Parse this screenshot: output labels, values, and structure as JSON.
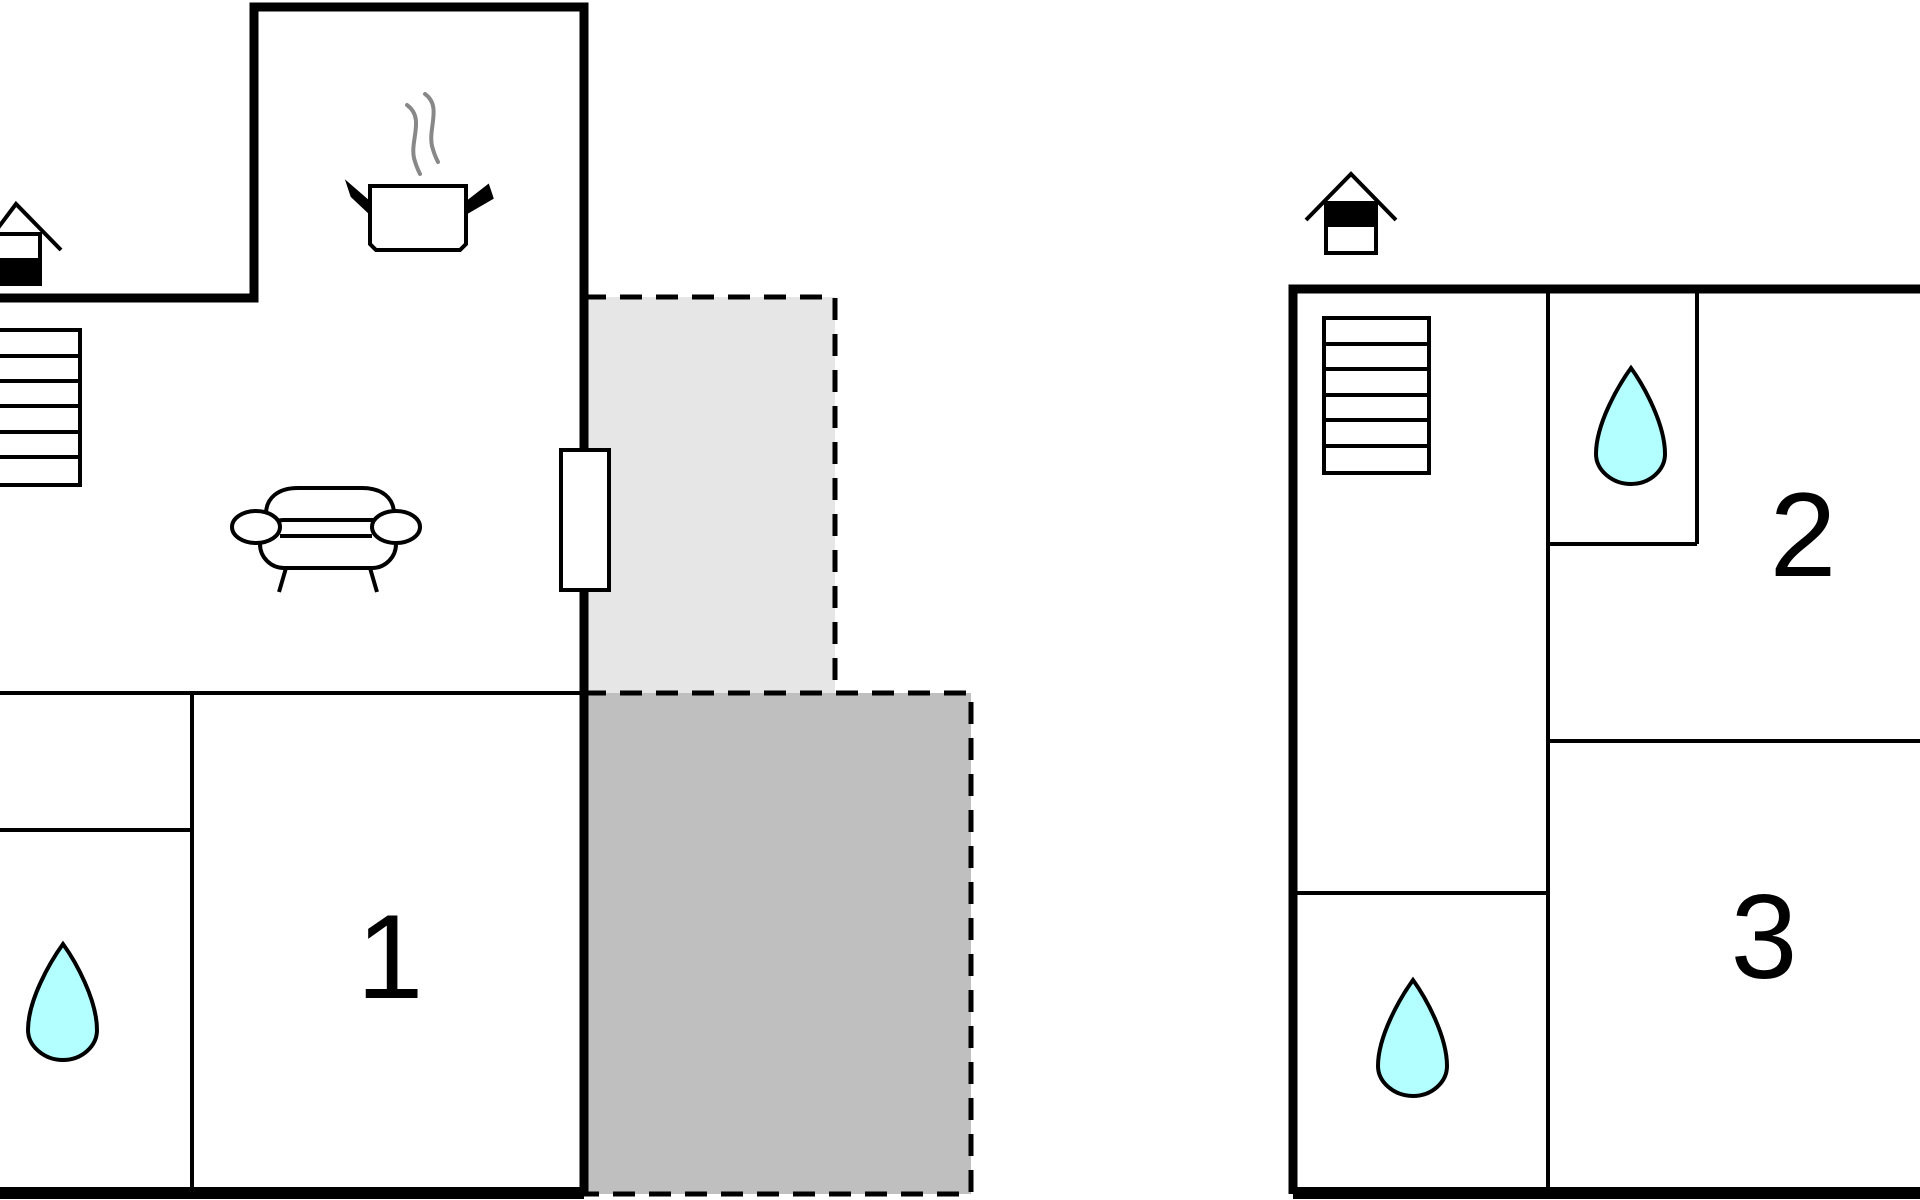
{
  "floor_plan": {
    "rooms": [
      {
        "number": "1"
      },
      {
        "number": "2"
      },
      {
        "number": "3"
      }
    ],
    "icons": [
      "cooking-pot-icon",
      "sofa-icon",
      "stairs-icon",
      "shower-drop-icon",
      "floor-level-house-icon"
    ],
    "colors": {
      "wall": "#000000",
      "water_drop": "#b3ffff",
      "terrace_light": "#e6e6e6",
      "terrace_dark": "#bfbfbf",
      "steam": "#888888"
    }
  }
}
